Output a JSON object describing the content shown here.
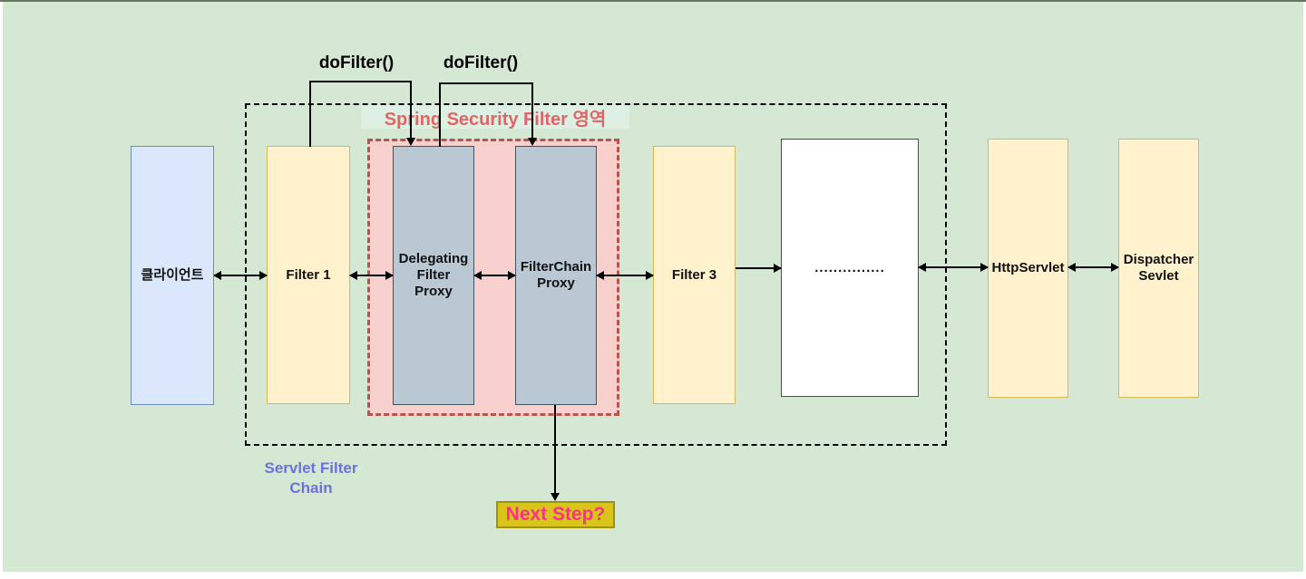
{
  "regions": {
    "spring_security": {
      "title": "Spring Security Filter 영역"
    },
    "servlet_chain": {
      "label": "Servlet Filter Chain"
    }
  },
  "nodes": [
    {
      "id": "client",
      "label": "클라이언트"
    },
    {
      "id": "filter-1",
      "label": "Filter 1"
    },
    {
      "id": "delegating-filter-proxy",
      "label": "Delegating Filter Proxy"
    },
    {
      "id": "filterchain-proxy",
      "label": "FilterChain Proxy"
    },
    {
      "id": "filter-3",
      "label": "Filter 3"
    },
    {
      "id": "ellipsis",
      "label": "..............."
    },
    {
      "id": "http-servlet",
      "label": "HttpServlet"
    },
    {
      "id": "dispatcher-servlet",
      "label": "Dispatcher Sevlet"
    }
  ],
  "annotations": {
    "do_filter_left": "doFilter()",
    "do_filter_right": "doFilter()",
    "next_step": "Next Step?"
  },
  "colors": {
    "canvas_background": "#d5e8d4",
    "client_fill": "#dbe8fb",
    "client_border": "#6c8ebf",
    "filter_fill": "#fff2cc",
    "filter_border": "#d6b656",
    "proxy_fill": "#b9c8d2",
    "proxy_border": "#41525f",
    "security_region_fill": "#f8d0cd",
    "security_region_border": "#b85450",
    "security_title_text": "#e06666",
    "servlet_chain_text": "#6f6fe0",
    "next_step_fill": "#d9c419",
    "next_step_text": "#ff2f92",
    "line_color": "#000000"
  }
}
